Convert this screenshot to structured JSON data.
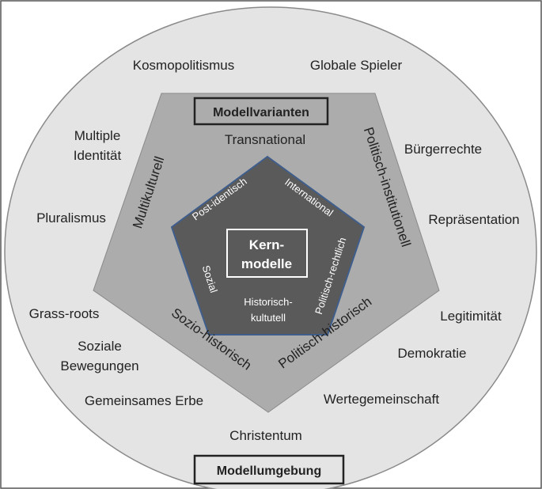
{
  "colors": {
    "frame_bg": "#ffffff",
    "outer_circle": "#e4e4e4",
    "middle_pentagon": "#acacac",
    "inner_pentagon": "#5a5a5a",
    "inner_pentagon_border": "#3f5e8c",
    "text": "#222222",
    "inner_text": "#ffffff"
  },
  "labels": {
    "modellvarianten": "Modellvarianten",
    "modellumgebung": "Modellumgebung",
    "kern_line1": "Kern-",
    "kern_line2": "modelle"
  },
  "outer_terms": {
    "kosmopolitismus": "Kosmopolitismus",
    "globale_spieler": "Globale Spieler",
    "multiple_line1": "Multiple",
    "multiple_line2": "Identität",
    "buergerrechte": "Bürgerrechte",
    "pluralismus": "Pluralismus",
    "repraesentation": "Repräsentation",
    "grass_roots": "Grass-roots",
    "legitimitaet": "Legitimität",
    "soziale_line1": "Soziale",
    "soziale_line2": "Bewegungen",
    "demokratie": "Demokratie",
    "gemeinsames_erbe": "Gemeinsames Erbe",
    "wertegemeinschaft": "Wertegemeinschaft",
    "christentum": "Christentum"
  },
  "variants": {
    "transnational": "Transnational",
    "multikulturell": "Multikulturell",
    "politisch_institutionell": "Politisch-institutionell",
    "sozio_historisch": "Sozio-historisch",
    "politisch_historisch": "Politisch-historisch"
  },
  "core_variants": {
    "post_identisch": "Post-identisch",
    "international": "International",
    "sozial": "Sozial",
    "politisch_rechtlich": "Politisch-rechtlich",
    "historisch_line1": "Historisch-",
    "historisch_line2": "kultutell"
  }
}
